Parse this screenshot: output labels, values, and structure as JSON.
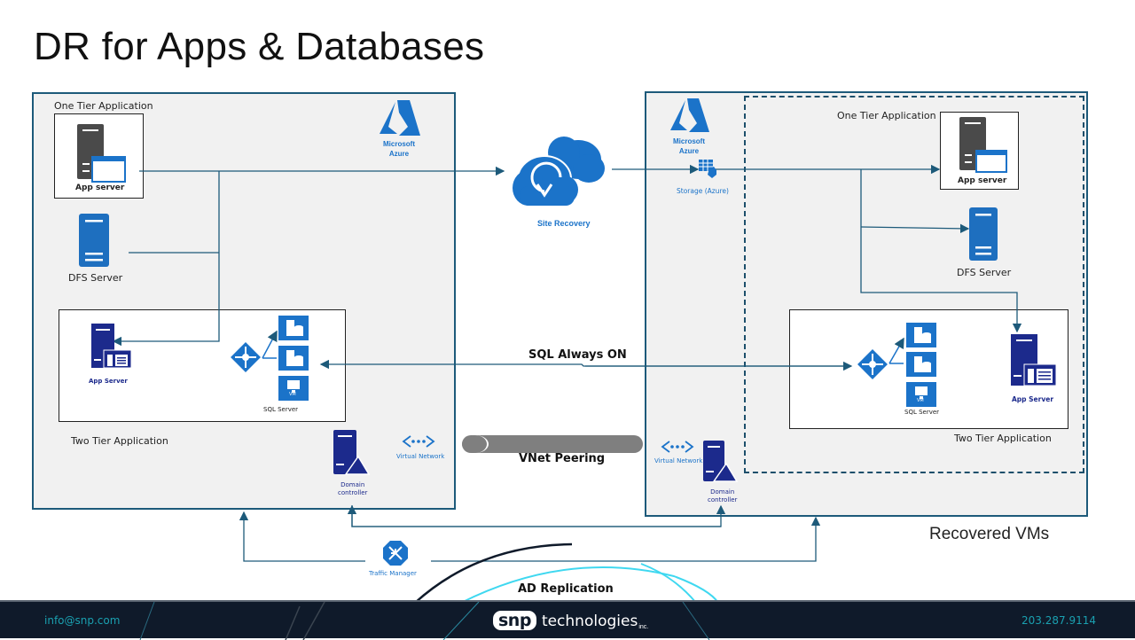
{
  "title": "DR for Apps & Databases",
  "colors": {
    "region_border": "#1d5a7a",
    "region_bg": "#f1f1f1",
    "azure_blue": "#1b73c9",
    "navy": "#1c2a8c",
    "server_gray": "#4a4a4a",
    "connector": "#1d5a7a",
    "footer_bg": "#0f1a2a",
    "footer_text": "#1aa0b0",
    "ad_arc_cyan": "#3fd8f0"
  },
  "source_site": {
    "azure_logo": {
      "icon": "azure-logo-icon",
      "label_line1": "Microsoft",
      "label_line2": "Azure"
    },
    "one_tier": {
      "label": "One Tier Application",
      "app_server": {
        "icon": "app-server-icon",
        "label": "App server"
      },
      "dfs_server": {
        "icon": "dfs-server-icon",
        "label": "DFS Server"
      }
    },
    "two_tier": {
      "label": "Two Tier Application",
      "app_server": {
        "icon": "app-server-icon",
        "label": "App Server"
      },
      "sql_server": {
        "label": "SQL Server",
        "vm_label": "VM"
      }
    },
    "virtual_network": {
      "icon": "virtual-network-icon",
      "label": "Virtual Network"
    },
    "domain_controller": {
      "icon": "domain-controller-icon",
      "label_line1": "Domain",
      "label_line2": "controller"
    }
  },
  "middle": {
    "site_recovery": {
      "icon": "site-recovery-cloud-icon",
      "label": "Site Recovery"
    },
    "sql_always_on": "SQL Always ON",
    "vnet_peering": "VNet Peering",
    "traffic_manager": {
      "icon": "traffic-manager-icon",
      "label": "Traffic Manager"
    },
    "ad_replication": "AD Replication"
  },
  "target_site": {
    "azure_logo": {
      "icon": "azure-logo-icon",
      "label_line1": "Microsoft",
      "label_line2": "Azure"
    },
    "storage": {
      "icon": "storage-icon",
      "label": "Storage (Azure)"
    },
    "one_tier": {
      "label": "One Tier Application",
      "app_server": {
        "icon": "app-server-icon",
        "label": "App server"
      },
      "dfs_server": {
        "icon": "dfs-server-icon",
        "label": "DFS Server"
      }
    },
    "two_tier": {
      "label": "Two Tier Application",
      "app_server": {
        "icon": "app-server-icon",
        "label": "App Server"
      },
      "sql_server": {
        "label": "SQL Server",
        "vm_label": "VM"
      }
    },
    "virtual_network": {
      "icon": "virtual-network-icon",
      "label": "Virtual Network"
    },
    "domain_controller": {
      "icon": "domain-controller-icon",
      "label_line1": "Domain",
      "label_line2": "controller"
    },
    "recovered_label": "Recovered VMs"
  },
  "footer": {
    "email": "info@snp.com",
    "logo_mark": "snp",
    "logo_text": "technologies",
    "logo_suffix": "inc.",
    "phone": "203.287.9114"
  }
}
